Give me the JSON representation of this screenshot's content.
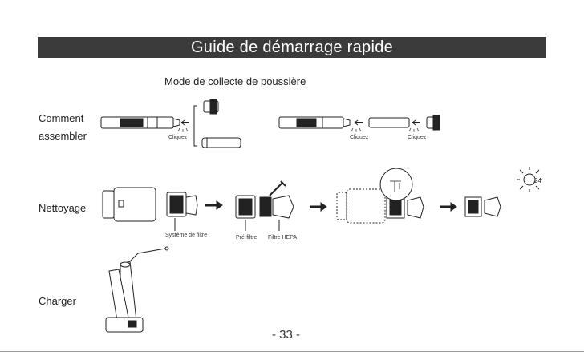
{
  "header": {
    "title": "Guide de démarrage rapide"
  },
  "section": {
    "subtitle": "Mode de collecte de poussière"
  },
  "rows": {
    "assemble": {
      "label_line1": "Comment",
      "label_line2": "assembler"
    },
    "cleaning": {
      "label": "Nettoyage"
    },
    "charging": {
      "label": "Charger"
    }
  },
  "captions": {
    "click_1": "Cliquez",
    "click_2": "Cliquez",
    "click_3": "Cliquez",
    "filter_system": "Système de filtre",
    "pre_filter": "Pré-filtre",
    "hepa_filter": "Filtre HEPA",
    "hours_24": "24"
  },
  "footer": {
    "page_number": "- 33 -"
  }
}
